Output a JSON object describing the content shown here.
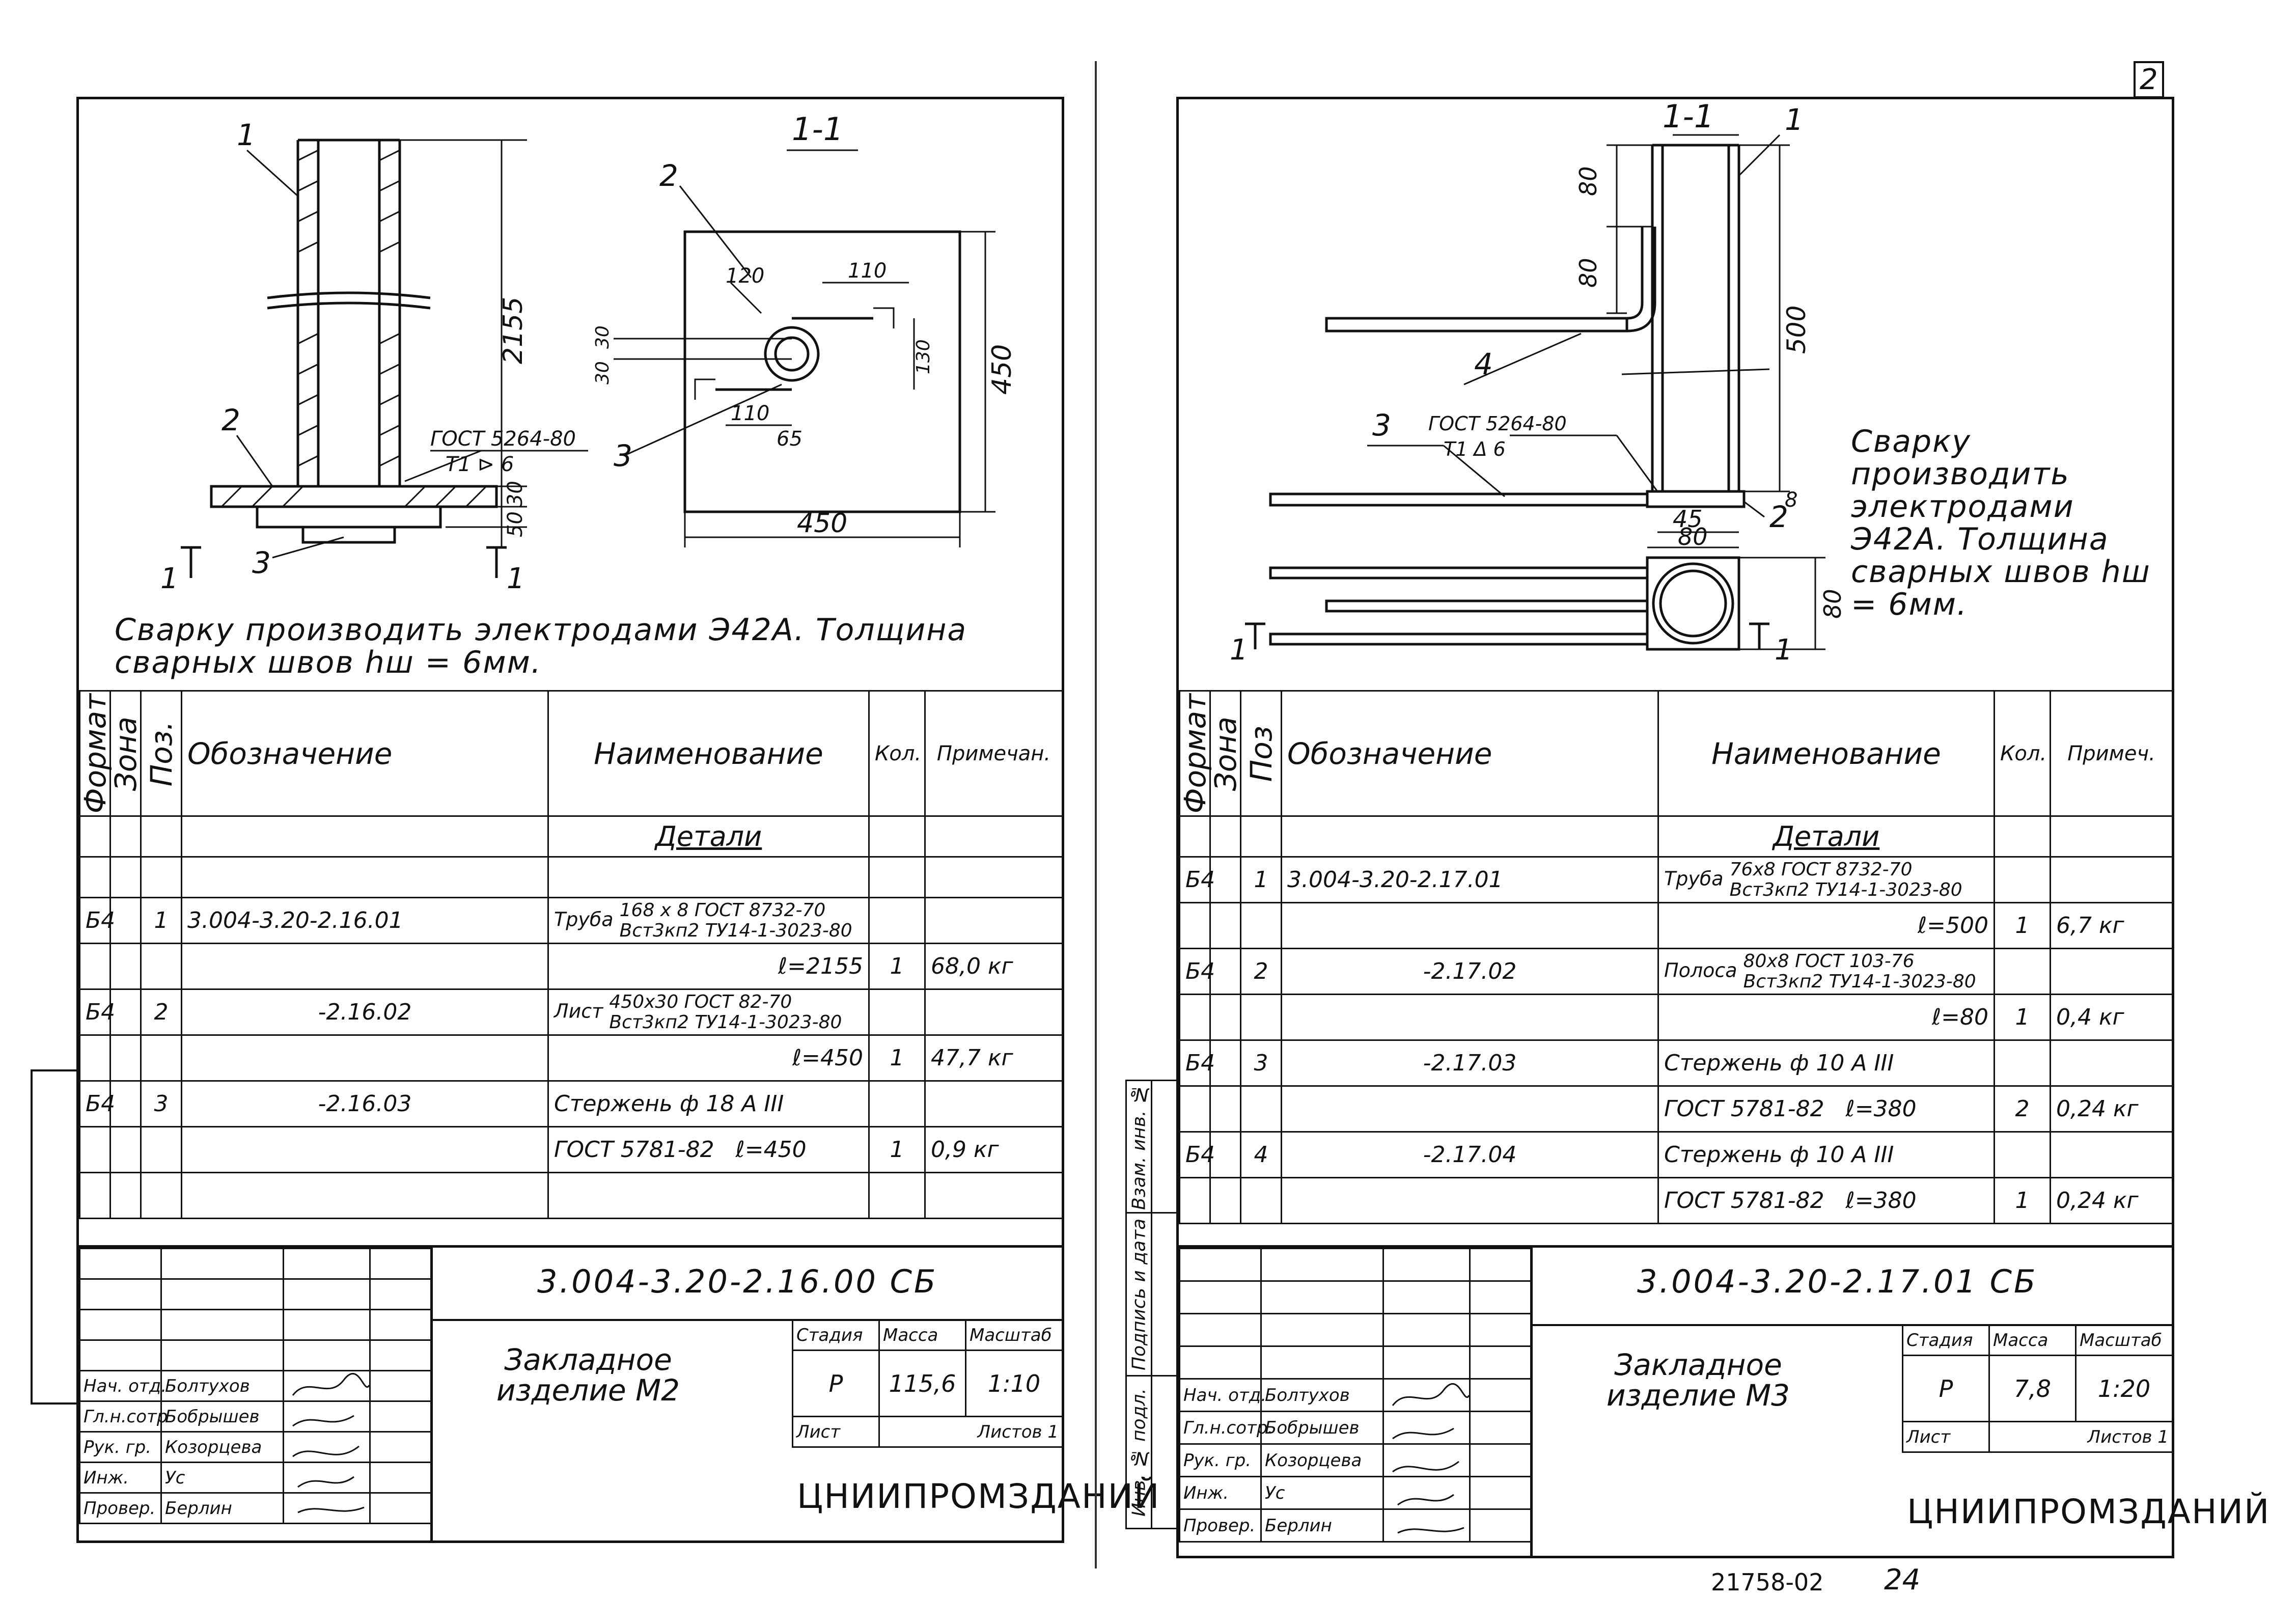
{
  "sheet_left": {
    "drawing": {
      "section_label": "1-1",
      "pos_labels": [
        "1",
        "2",
        "3"
      ],
      "dims": {
        "tube_length": "2155",
        "plate_thk_a": "30",
        "plate_thk_b": "50",
        "plate_size_w": "450",
        "plate_size_h": "450",
        "d120": "120",
        "d110a": "110",
        "d110b": "110",
        "d130": "130",
        "d65": "65",
        "d30a": "30",
        "d30b": "30"
      },
      "weld_std": "ГОСТ 5264-80",
      "weld_code": "Т1 ⊳ 6",
      "cut_mark": "1"
    },
    "note": "Сварку производить электродами Э42А. Толщина сварных швов hш = 6мм.",
    "spec": {
      "headers": {
        "format": "Формат",
        "zone": "Зона",
        "pos": "Поз.",
        "designation": "Обозначение",
        "name": "Наименование",
        "qty": "Кол.",
        "note": "Примечан."
      },
      "section": "Детали",
      "rows": [
        {
          "fmt": "Б4",
          "pos": "1",
          "designation": "3.004-3.20-2.16.01",
          "name_main": "Труба",
          "name_top": "168 x 8 ГОСТ 8732-70",
          "name_bot": "Вст3кп2 ТУ14-1-3023-80",
          "length": "ℓ=2155",
          "qty": "1",
          "note": "68,0 кг"
        },
        {
          "fmt": "Б4",
          "pos": "2",
          "designation": "-2.16.02",
          "name_main": "Лист",
          "name_top": "450x30 ГОСТ 82-70",
          "name_bot": "Вст3кп2 ТУ14-1-3023-80",
          "length": "ℓ=450",
          "qty": "1",
          "note": "47,7 кг"
        },
        {
          "fmt": "Б4",
          "pos": "3",
          "designation": "-2.16.03",
          "name_main": "Стержень ф 18 А III",
          "name_bot": "ГОСТ 5781-82",
          "length": "ℓ=450",
          "qty": "1",
          "note": "0,9 кг"
        }
      ]
    },
    "title_block": {
      "code": "3.004-3.20-2.16.00 СБ",
      "name": "Закладное изделие М2",
      "stage_label": "Стадия",
      "mass_label": "Масса",
      "scale_label": "Масштаб",
      "stage": "Р",
      "mass": "115,6",
      "scale": "1:10",
      "sheet_label": "Лист",
      "sheets_label": "Листов 1",
      "org": "ЦНИИПРОМЗДАНИЙ",
      "people": [
        {
          "role": "Нач. отд.",
          "name": "Болтухов"
        },
        {
          "role": "Гл.н.сотр",
          "name": "Бобрышев"
        },
        {
          "role": "Рук. гр.",
          "name": "Козорцева"
        },
        {
          "role": "Инж.",
          "name": "Ус"
        },
        {
          "role": "Провер.",
          "name": "Берлин"
        }
      ]
    }
  },
  "sheet_right": {
    "drawing": {
      "section_label": "1-1",
      "pos_labels": [
        "1",
        "2",
        "3",
        "4"
      ],
      "dims": {
        "d80a": "80",
        "d80b": "80",
        "d500": "500",
        "d8": "8",
        "d45": "45",
        "d80c": "80",
        "d80d": "80"
      },
      "weld_std": "ГОСТ 5264-80",
      "weld_code": "Т1 Δ 6",
      "cut_mark": "1"
    },
    "note": "Сварку производить электродами Э42А. Толщина сварных швов hш = 6мм.",
    "spec": {
      "headers": {
        "format": "Формат",
        "zone": "Зона",
        "pos": "Поз",
        "designation": "Обозначение",
        "name": "Наименование",
        "qty": "Кол.",
        "note": "Примеч."
      },
      "section": "Детали",
      "rows": [
        {
          "fmt": "Б4",
          "pos": "1",
          "designation": "3.004-3.20-2.17.01",
          "name_main": "Труба",
          "name_top": "76x8 ГОСТ 8732-70",
          "name_bot": "Вст3кп2 ТУ14-1-3023-80",
          "length": "ℓ=500",
          "qty": "1",
          "note": "6,7 кг"
        },
        {
          "fmt": "Б4",
          "pos": "2",
          "designation": "-2.17.02",
          "name_main": "Полоса",
          "name_top": "80x8 ГОСТ 103-76",
          "name_bot": "Вст3кп2 ТУ14-1-3023-80",
          "length": "ℓ=80",
          "qty": "1",
          "note": "0,4 кг"
        },
        {
          "fmt": "Б4",
          "pos": "3",
          "designation": "-2.17.03",
          "name_main": "Стержень ф 10 А III",
          "name_bot": "ГОСТ 5781-82",
          "length": "ℓ=380",
          "qty": "2",
          "note": "0,24 кг"
        },
        {
          "fmt": "Б4",
          "pos": "4",
          "designation": "-2.17.04",
          "name_main": "Стержень ф 10 А III",
          "name_bot": "ГОСТ 5781-82",
          "length": "ℓ=380",
          "qty": "1",
          "note": "0,24 кг"
        }
      ]
    },
    "side_labels": [
      "Инв. № подл.",
      "Подпись и дата",
      "Взам. инв. №"
    ],
    "title_block": {
      "code": "3.004-3.20-2.17.01 СБ",
      "name": "Закладное изделие М3",
      "stage_label": "Стадия",
      "mass_label": "Масса",
      "scale_label": "Масштаб",
      "stage": "Р",
      "mass": "7,8",
      "scale": "1:20",
      "sheet_label": "Лист",
      "sheets_label": "Листов 1",
      "org": "ЦНИИПРОМЗДАНИЙ",
      "people": [
        {
          "role": "Нач. отд.",
          "name": "Болтухов"
        },
        {
          "role": "Гл.н.сотр.",
          "name": "Бобрышев"
        },
        {
          "role": "Рук. гр.",
          "name": "Козорцева"
        },
        {
          "role": "Инж.",
          "name": "Ус"
        },
        {
          "role": "Провер.",
          "name": "Берлин"
        }
      ]
    }
  },
  "page_number": "2",
  "archive_stamp": "21758-02",
  "archive_page": "24"
}
